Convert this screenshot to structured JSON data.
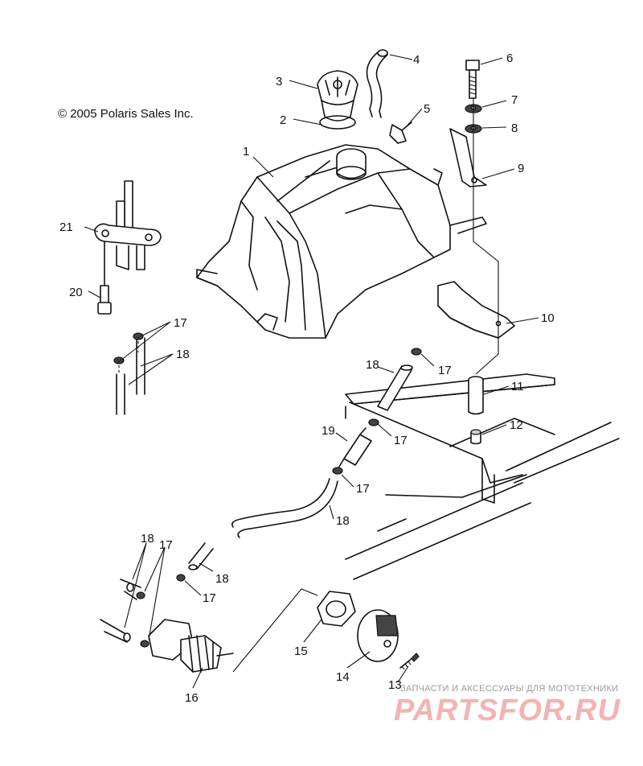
{
  "copyright": "© 2005 Polaris Sales Inc.",
  "callouts": [
    {
      "id": "c1",
      "text": "1"
    },
    {
      "id": "c2",
      "text": "2"
    },
    {
      "id": "c3",
      "text": "3"
    },
    {
      "id": "c4",
      "text": "4"
    },
    {
      "id": "c5",
      "text": "5"
    },
    {
      "id": "c6",
      "text": "6"
    },
    {
      "id": "c7",
      "text": "7"
    },
    {
      "id": "c8",
      "text": "8"
    },
    {
      "id": "c9",
      "text": "9"
    },
    {
      "id": "c10",
      "text": "10"
    },
    {
      "id": "c11",
      "text": "11"
    },
    {
      "id": "c12",
      "text": "12"
    },
    {
      "id": "c13",
      "text": "13"
    },
    {
      "id": "c14",
      "text": "14"
    },
    {
      "id": "c15",
      "text": "15"
    },
    {
      "id": "c16",
      "text": "16"
    },
    {
      "id": "c17a",
      "text": "17"
    },
    {
      "id": "c17b",
      "text": "17"
    },
    {
      "id": "c17c",
      "text": "17"
    },
    {
      "id": "c17d",
      "text": "17"
    },
    {
      "id": "c17e",
      "text": "17"
    },
    {
      "id": "c17f",
      "text": "17"
    },
    {
      "id": "c18a",
      "text": "18"
    },
    {
      "id": "c18b",
      "text": "18"
    },
    {
      "id": "c18c",
      "text": "18"
    },
    {
      "id": "c18d",
      "text": "18"
    },
    {
      "id": "c18e",
      "text": "18"
    },
    {
      "id": "c19",
      "text": "19"
    },
    {
      "id": "c20",
      "text": "20"
    },
    {
      "id": "c21",
      "text": "21"
    }
  ],
  "watermark": {
    "tagline": "ЗАПЧАСТИ И АКСЕССУАРЫ ДЛЯ МОТОТЕХНИКИ",
    "logo": "PARTSFOR.RU"
  }
}
